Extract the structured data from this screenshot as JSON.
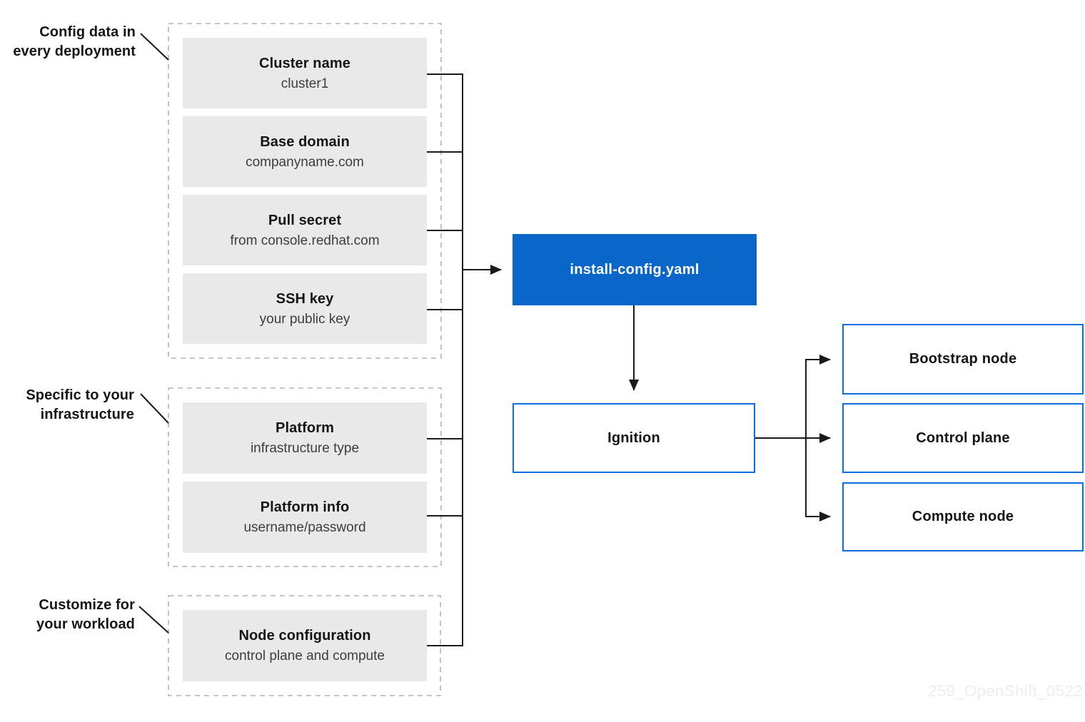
{
  "groups": [
    {
      "label": "Config data in\nevery deployment",
      "items": [
        {
          "title": "Cluster name",
          "subtitle": "cluster1"
        },
        {
          "title": "Base domain",
          "subtitle": "companyname.com"
        },
        {
          "title": "Pull secret",
          "subtitle": "from console.redhat.com"
        },
        {
          "title": "SSH key",
          "subtitle": "your public key"
        }
      ]
    },
    {
      "label": "Specific to your\ninfrastructure",
      "items": [
        {
          "title": "Platform",
          "subtitle": "infrastructure type"
        },
        {
          "title": "Platform info",
          "subtitle": "username/password"
        }
      ]
    },
    {
      "label": "Customize for\nyour workload",
      "items": [
        {
          "title": "Node configuration",
          "subtitle": "control plane and compute"
        }
      ]
    }
  ],
  "flow": {
    "config_file_label": "install-config.yaml",
    "ignition_label": "Ignition",
    "nodes": [
      {
        "label": "Bootstrap node"
      },
      {
        "label": "Control plane"
      },
      {
        "label": "Compute node"
      }
    ]
  },
  "watermark": "259_OpenShift_0522",
  "colors": {
    "accent_blue": "#0a67c9",
    "border_blue": "#0d6fdd",
    "box_gray": "#e9e9e9",
    "dash_gray": "#b3b3b3",
    "line_black": "#1a1a1a",
    "text_dark": "#151515",
    "text_sub": "#3d3d3d",
    "watermark_gray": "#ededed"
  }
}
